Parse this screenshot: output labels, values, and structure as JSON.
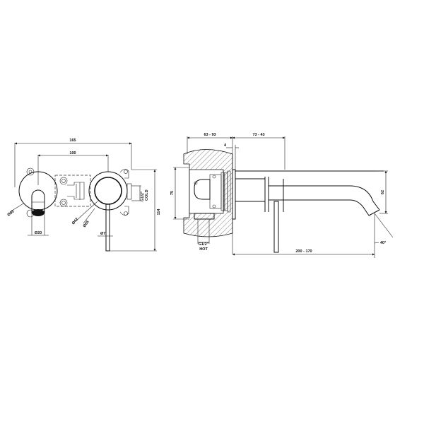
{
  "front_view": {
    "width_overall": "165",
    "centers_distance": "100",
    "height_overall": "114",
    "spout_rosette_dia": "Ø65",
    "spout_dia": "Ø20",
    "mixer_body_dia": "Ø42",
    "mixer_rosette_dia": "Ø65",
    "lever_dia": "Ø7",
    "cold_inlet_size": "G1/2\"",
    "cold_inlet_label": "COLD"
  },
  "side_view": {
    "wall_depth_range": "63 - 93",
    "projection_range": "73 - 43",
    "rosette_gap": "4",
    "body_height": "75",
    "hot_inlet_size": "G1/2\"",
    "hot_inlet_label": "HOT",
    "spout_drop": "62",
    "spout_length_range": "200 - 170",
    "spout_angle": "40°"
  },
  "colors": {
    "line": "#111111",
    "background": "#ffffff"
  }
}
